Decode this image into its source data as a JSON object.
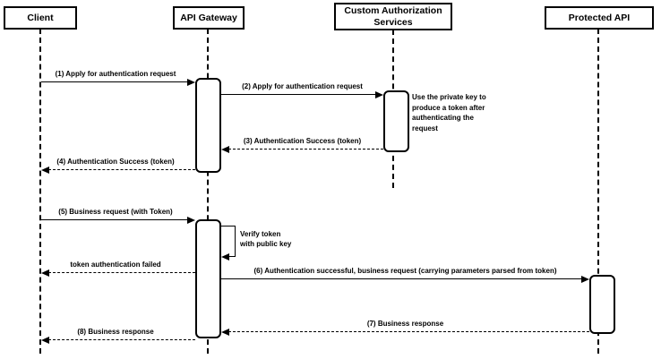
{
  "participants": [
    {
      "label": "Client"
    },
    {
      "label": "API Gateway"
    },
    {
      "label": "Custom Authorization Services"
    },
    {
      "label": "Protected API"
    }
  ],
  "messages": [
    {
      "label": "(1) Apply for authentication request",
      "from": "Client",
      "to": "API Gateway",
      "line": "solid"
    },
    {
      "label": "(2) Apply for authentication request",
      "from": "API Gateway",
      "to": "Custom Authorization Services",
      "line": "solid"
    },
    {
      "label": "(3) Authentication Success (token)",
      "from": "Custom Authorization Services",
      "to": "API Gateway",
      "line": "dashed"
    },
    {
      "label": "(4) Authentication Success (token)",
      "from": "API Gateway",
      "to": "Client",
      "line": "dashed"
    },
    {
      "label": "(5) Business request (with Token)",
      "from": "Client",
      "to": "API Gateway",
      "line": "solid"
    },
    {
      "label": "Verify token\nwith public key",
      "from": "API Gateway",
      "to": "API Gateway",
      "line": "solid"
    },
    {
      "label": "token authentication failed",
      "from": "API Gateway",
      "to": "Client",
      "line": "dashed"
    },
    {
      "label": "(6) Authentication successful, business request (carrying parameters parsed from token)",
      "from": "API Gateway",
      "to": "Protected API",
      "line": "solid"
    },
    {
      "label": "(7) Business response",
      "from": "Protected API",
      "to": "API Gateway",
      "line": "dashed"
    },
    {
      "label": "(8) Business response",
      "from": "API Gateway",
      "to": "Client",
      "line": "dashed"
    }
  ],
  "note": {
    "text": "Use the private key to produce a token after authenticating the request"
  },
  "colors": {
    "line": "#000000",
    "fill": "#ffffff",
    "text": "#000000",
    "background": "#ffffff"
  }
}
